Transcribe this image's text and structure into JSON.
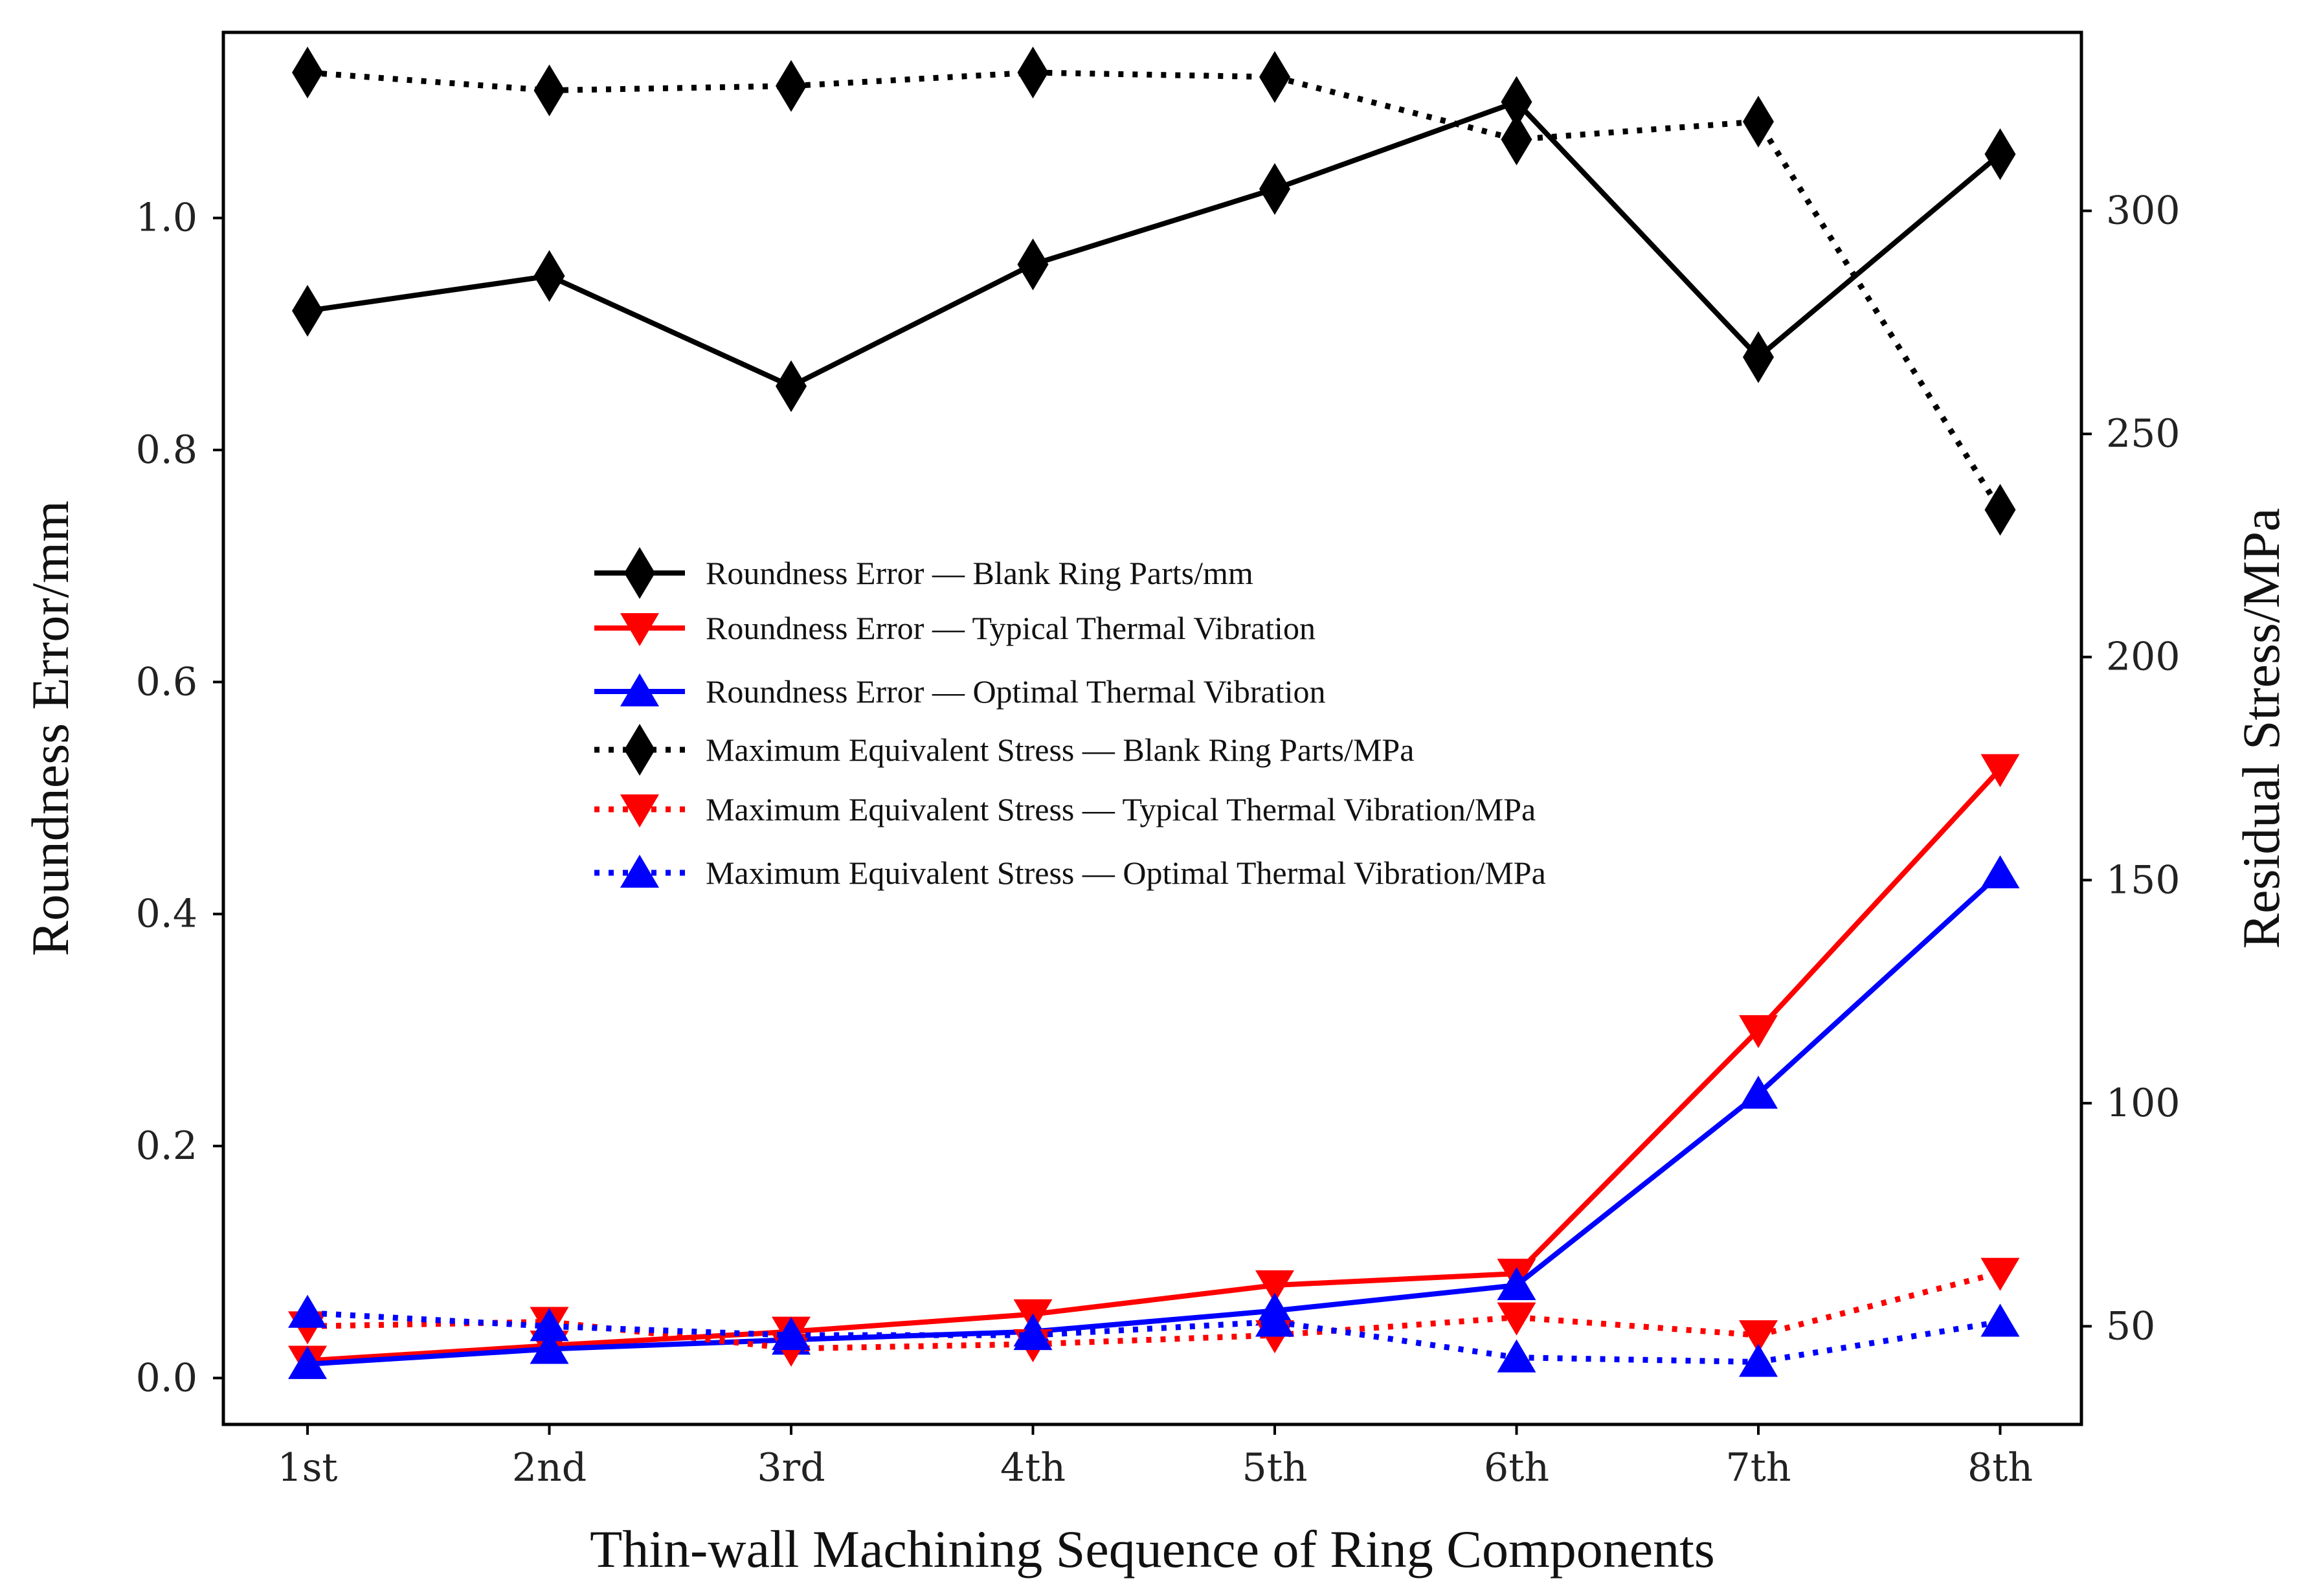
{
  "chart_data": {
    "type": "line",
    "xlabel": "Thin-wall Machining Sequence of Ring Components",
    "ylabel_left": "Roundness Error/mm",
    "ylabel_right": "Residual Stress/MPa",
    "categories": [
      "1st",
      "2nd",
      "3rd",
      "4th",
      "5th",
      "6th",
      "7th",
      "8th"
    ],
    "ylim_left": [
      -0.04,
      1.16
    ],
    "ylim_right": [
      28,
      340
    ],
    "yticks_left": [
      "0.0",
      "0.2",
      "0.4",
      "0.6",
      "0.8",
      "1.0"
    ],
    "yticks_right": [
      "50",
      "100",
      "150",
      "200",
      "250",
      "300"
    ],
    "legend_position": "center",
    "grid": false,
    "series": [
      {
        "name": "Roundness Error — Blank Ring Parts/mm",
        "axis": "left",
        "style": "solid",
        "marker": "diamond",
        "color": "#000000",
        "values": [
          0.92,
          0.95,
          0.855,
          0.96,
          1.025,
          1.1,
          0.88,
          1.055
        ]
      },
      {
        "name": "Roundness Error — Typical Thermal Vibration",
        "axis": "left",
        "style": "solid",
        "marker": "triangle-down",
        "color": "#ff0000",
        "values": [
          0.015,
          0.028,
          0.04,
          0.055,
          0.08,
          0.09,
          0.3,
          0.525
        ]
      },
      {
        "name": "Roundness Error — Optimal Thermal Vibration",
        "axis": "left",
        "style": "solid",
        "marker": "triangle-up",
        "color": "#0000ff",
        "values": [
          0.012,
          0.025,
          0.033,
          0.04,
          0.058,
          0.08,
          0.245,
          0.435
        ]
      },
      {
        "name": "Maximum Equivalent Stress — Blank Ring Parts/MPa",
        "axis": "right",
        "style": "dotted",
        "marker": "diamond",
        "color": "#000000",
        "values": [
          331,
          327,
          328,
          331,
          330,
          316,
          320,
          233
        ]
      },
      {
        "name": "Maximum Equivalent Stress — Typical Thermal Vibration/MPa",
        "axis": "right",
        "style": "dotted",
        "marker": "triangle-down",
        "color": "#ff0000",
        "values": [
          50,
          51,
          45,
          46,
          48,
          52,
          48,
          62
        ]
      },
      {
        "name": "Maximum Equivalent Stress — Optimal Thermal Vibration/MPa",
        "axis": "right",
        "style": "dotted",
        "marker": "triangle-up",
        "color": "#0000ff",
        "values": [
          53,
          50,
          48,
          48,
          51,
          43,
          42,
          51
        ]
      }
    ]
  }
}
